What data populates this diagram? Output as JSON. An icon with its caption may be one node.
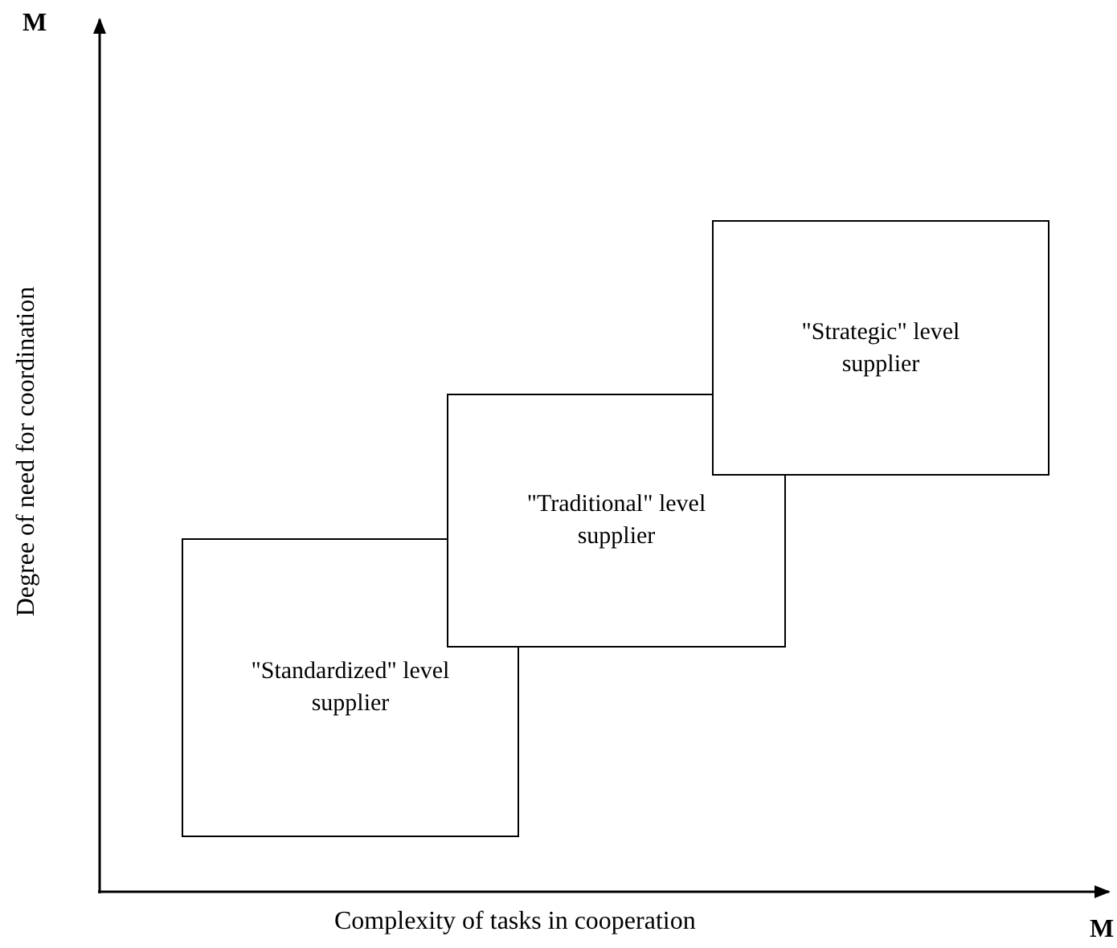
{
  "diagram": {
    "nodes": [
      {
        "text": [
          "\"Standardized\" level supplier"
        ]
      },
      {
        "text": [
          "\"Traditional\" level supplier"
        ]
      },
      {
        "text": [
          "\"Strategic\" level supplier"
        ]
      }
    ],
    "labels": [
      "M",
      "Degree of need for coordination",
      "Complexity of tasks in cooperation",
      "M"
    ]
  }
}
